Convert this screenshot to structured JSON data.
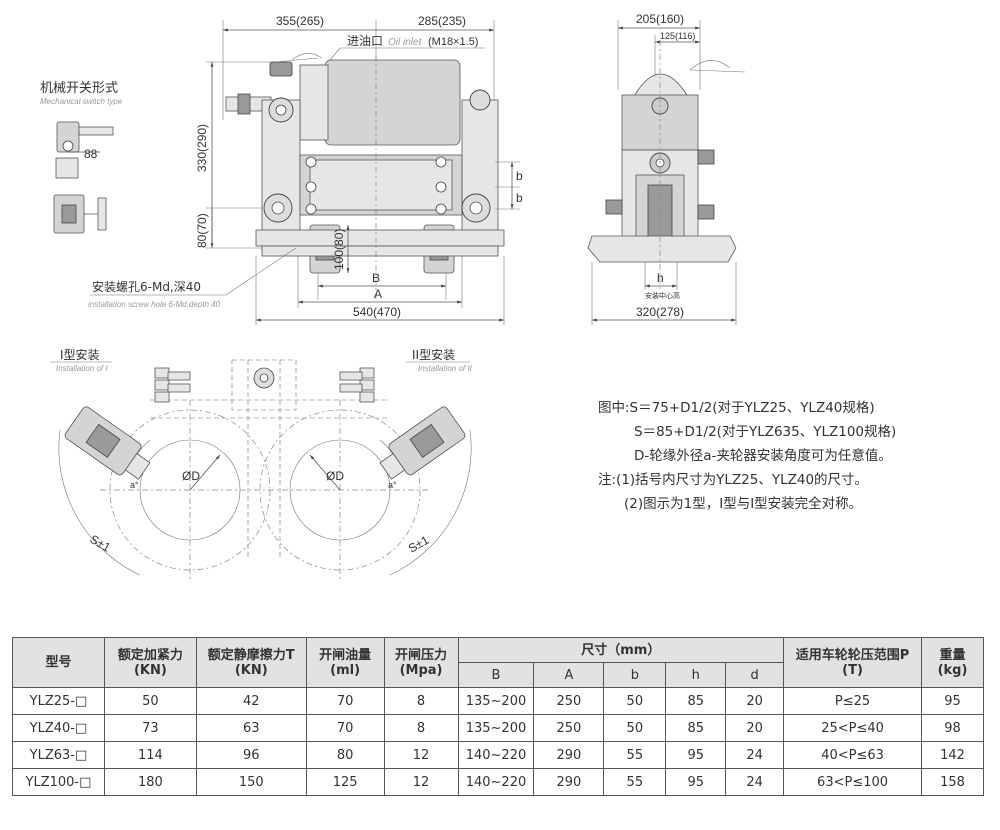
{
  "top_dims": {
    "left_width": "355(265)",
    "right_width": "285(235)",
    "oil_inlet_cn": "进油口",
    "oil_inlet_en": "Oil inlet",
    "oil_inlet_thread": "(M18×1.5)",
    "height_total": "330(290)",
    "height_base": "80(70)",
    "height_shoe": "100(80)",
    "dim_b": "b",
    "dim_B": "B",
    "dim_A": "A",
    "overall_width": "540(470)",
    "screw_hole_cn": "安装螺孔6-Md,深40",
    "screw_hole_en": "installation screw hole 6-Md,depth 40"
  },
  "switch": {
    "title_cn": "机械开关形式",
    "title_en": "Mechanical switch type",
    "dim": "88"
  },
  "side_view": {
    "top_width": "205(160)",
    "inner_width": "125(116)",
    "dim_h": "h",
    "center_height_label": "安装中心高",
    "bottom_width": "320(278)"
  },
  "install": {
    "type1_cn": "I型安装",
    "type1_en": "Installation of I",
    "type2_cn": "II型安装",
    "type2_en": "Installation of II",
    "od": "ØD",
    "angle": "a°",
    "span": "S±1"
  },
  "notes": [
    "图中:S＝75+D1/2(对于YLZ25、YLZ40规格)",
    "S＝85+D1/2(对于YLZ635、YLZ100规格)",
    "D-轮缘外径a-夹轮器安装角度可为任意值。",
    "注:(1)括号内尺寸为YLZ25、YLZ40的尺寸。",
    "(2)图示为1型，I型与I型安装完全对称。"
  ],
  "table": {
    "headers": {
      "model": "型号",
      "clamp_force": "额定加紧力",
      "clamp_force_unit": "(KN)",
      "static_friction": "额定静摩擦力T",
      "static_friction_unit": "(KN)",
      "oil_volume": "开闸油量",
      "oil_volume_unit": "(ml)",
      "pressure": "开闸压力",
      "pressure_unit": "(Mpa)",
      "size": "尺寸（mm）",
      "wheel_pressure": "适用车轮轮压范围P",
      "wheel_pressure_unit": "(T)",
      "weight": "重量",
      "weight_unit": "(kg)"
    },
    "size_cols": [
      "B",
      "A",
      "b",
      "h",
      "d"
    ],
    "rows": [
      [
        "YLZ25-□",
        "50",
        "42",
        "70",
        "8",
        "135~200",
        "250",
        "50",
        "85",
        "20",
        "P≤25",
        "95"
      ],
      [
        "YLZ40-□",
        "73",
        "63",
        "70",
        "8",
        "135~200",
        "250",
        "50",
        "85",
        "20",
        "25<P≤40",
        "98"
      ],
      [
        "YLZ63-□",
        "114",
        "96",
        "80",
        "12",
        "140~220",
        "290",
        "55",
        "95",
        "24",
        "40<P≤63",
        "142"
      ],
      [
        "YLZ100-□",
        "180",
        "150",
        "125",
        "12",
        "140~220",
        "290",
        "55",
        "95",
        "24",
        "63<P≤100",
        "158"
      ]
    ]
  }
}
